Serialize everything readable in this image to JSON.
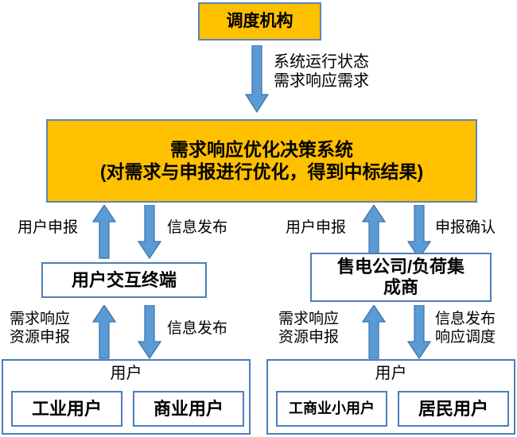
{
  "diagram": {
    "title_box": {
      "label": "调度机构"
    },
    "decision_box": {
      "line1": "需求响应优化决策系统",
      "line2": "(对需求与申报进行优化，得到中标结果)"
    },
    "arrows": {
      "top_down": {
        "icon": "arrow-down-icon",
        "color": "#5B9BD5"
      },
      "left_up_1": {
        "icon": "arrow-up-icon",
        "color": "#5B9BD5"
      },
      "left_down_1": {
        "icon": "arrow-down-icon",
        "color": "#5B9BD5"
      },
      "right_up_1": {
        "icon": "arrow-up-icon",
        "color": "#5B9BD5"
      },
      "right_down_1": {
        "icon": "arrow-down-icon",
        "color": "#5B9BD5"
      },
      "left_up_2": {
        "icon": "arrow-up-icon",
        "color": "#5B9BD5"
      },
      "left_down_2": {
        "icon": "arrow-down-icon",
        "color": "#5B9BD5"
      },
      "right_up_2": {
        "icon": "arrow-up-icon",
        "color": "#5B9BD5"
      },
      "right_down_2": {
        "icon": "arrow-down-icon",
        "color": "#5B9BD5"
      }
    },
    "labels": {
      "top_flow": "系统运行状态\n需求响应需求",
      "left_declare": "用户申报",
      "left_publish": "信息发布",
      "right_declare": "用户申报",
      "right_confirm": "申报确认",
      "left_resource_declare": "需求响应\n资源申报",
      "left_publish2": "信息发布",
      "right_resource_declare": "需求响应\n资源申报",
      "right_publish_dispatch": "信息发布\n响应调度"
    },
    "mid_boxes": {
      "left": "用户交互终端",
      "right_line1": "售电公司/负荷集",
      "right_line2": "成商"
    },
    "bottom_groups": [
      {
        "title": "用户",
        "items": [
          "工业用户",
          "商业用户"
        ]
      },
      {
        "title": "用户",
        "items": [
          "工商业小用户",
          "居民用户"
        ]
      }
    ],
    "colors": {
      "amber_fill": "#FFC000",
      "box_border": "#4A7EBB",
      "arrow_fill": "#5B9BD5",
      "arrow_stroke": "#3E6FA5",
      "text": "#000000"
    }
  }
}
